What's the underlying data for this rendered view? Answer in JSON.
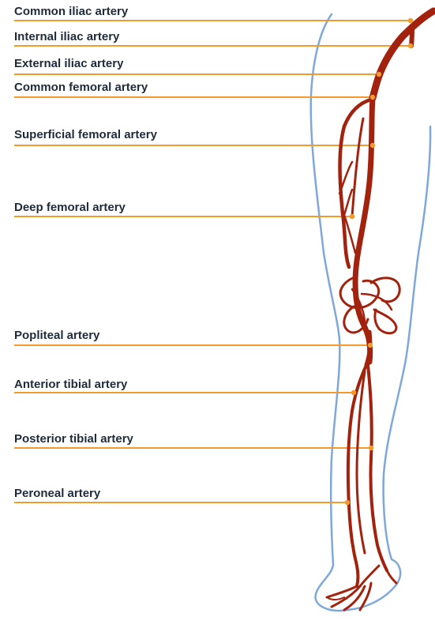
{
  "labels": {
    "common_iliac": "Common iliac artery",
    "internal_iliac": "Internal iliac artery",
    "external_iliac": "External iliac artery",
    "common_femoral": "Common femoral artery",
    "superficial_femoral": "Superficial femoral artery",
    "deep_femoral": "Deep femoral artery",
    "popliteal": "Popliteal artery",
    "anterior_tibial": "Anterior tibial artery",
    "posterior_tibial": "Posterior tibial artery",
    "peroneal": "Peroneal artery"
  },
  "colors": {
    "leader": "#f39a2e",
    "artery": "#a3220e",
    "outline": "#7ea8dc",
    "text": "#1f2b3a"
  }
}
